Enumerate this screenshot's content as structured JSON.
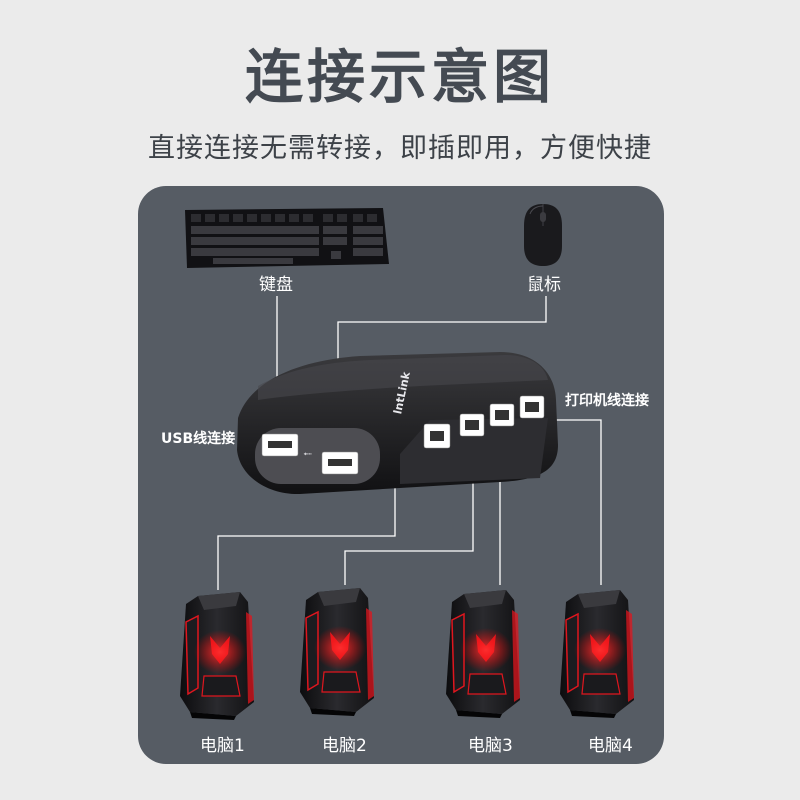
{
  "header": {
    "title": "连接示意图",
    "subtitle": "直接连接无需转接，即插即用，方便快捷"
  },
  "devices": {
    "keyboard_label": "键盘",
    "mouse_label": "鼠标"
  },
  "switch": {
    "brand": "lntLink",
    "usb_label": "USB线连接",
    "printer_label": "打印机线连接"
  },
  "computers": [
    {
      "label": "电脑1"
    },
    {
      "label": "电脑2"
    },
    {
      "label": "电脑3"
    },
    {
      "label": "电脑4"
    }
  ],
  "colors": {
    "background": "#ebebeb",
    "panel": "#565c64",
    "line": "#ffffff",
    "tower_accent": "#e0161e"
  }
}
